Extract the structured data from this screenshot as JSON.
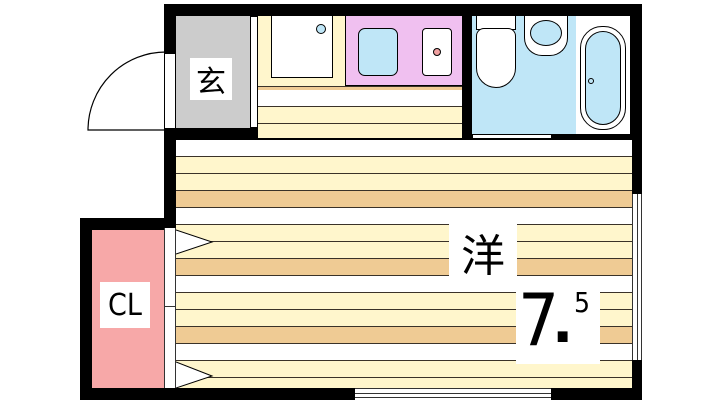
{
  "rooms": {
    "entrance": {
      "label": "玄",
      "color": "#cccccc"
    },
    "closet": {
      "label": "CL",
      "color": "#f7a8a8"
    },
    "western_room": {
      "label": "洋",
      "size_major": "7",
      "size_dot": ".",
      "size_minor": "5"
    },
    "kitchen": {
      "color": "#f0c0f0"
    },
    "bathroom": {
      "color": "#bfe6f7"
    }
  },
  "colors": {
    "wall": "#000000",
    "floor_light": "#fff6cc",
    "floor_tan": "#efcb94",
    "floor_white": "#ffffff"
  }
}
